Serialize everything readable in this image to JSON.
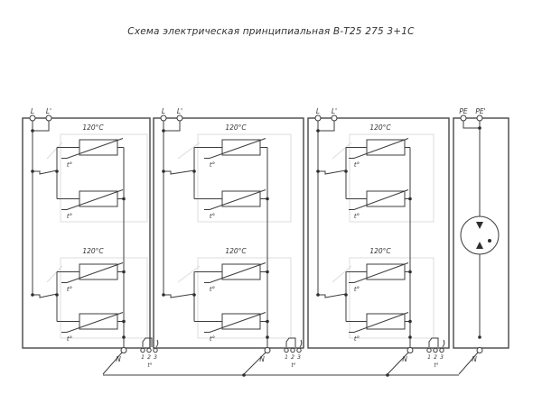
{
  "title": "Схема электрическая принципиальная В-Т25 275 3+1С",
  "labels": {
    "thermistor": "t°"
  },
  "sections": [
    {
      "name": "heater-section-1",
      "terminals": [
        "L",
        "L'"
      ],
      "groups": [
        {
          "temp": "120°C"
        },
        {
          "temp": "120°C"
        }
      ],
      "neutral": "N",
      "connector": {
        "pins": [
          "1",
          "2",
          "3"
        ],
        "label": "t°"
      }
    },
    {
      "name": "heater-section-2",
      "terminals": [
        "L",
        "L'"
      ],
      "groups": [
        {
          "temp": "120°C"
        },
        {
          "temp": "120°C"
        }
      ],
      "neutral": "N",
      "connector": {
        "pins": [
          "1",
          "2",
          "3"
        ],
        "label": "t°"
      }
    },
    {
      "name": "heater-section-3",
      "terminals": [
        "L",
        "L'"
      ],
      "groups": [
        {
          "temp": "120°C"
        },
        {
          "temp": "120°C"
        }
      ],
      "neutral": "N",
      "connector": {
        "pins": [
          "1",
          "2",
          "3"
        ],
        "label": "t°"
      }
    },
    {
      "name": "pe-section",
      "terminals": [
        "PE",
        "PE'"
      ],
      "neutral": "N"
    }
  ],
  "colors": {
    "line": "#3c3c3c",
    "light_outline": "#dcdcdc",
    "background": "#ffffff",
    "text": "#333333"
  }
}
